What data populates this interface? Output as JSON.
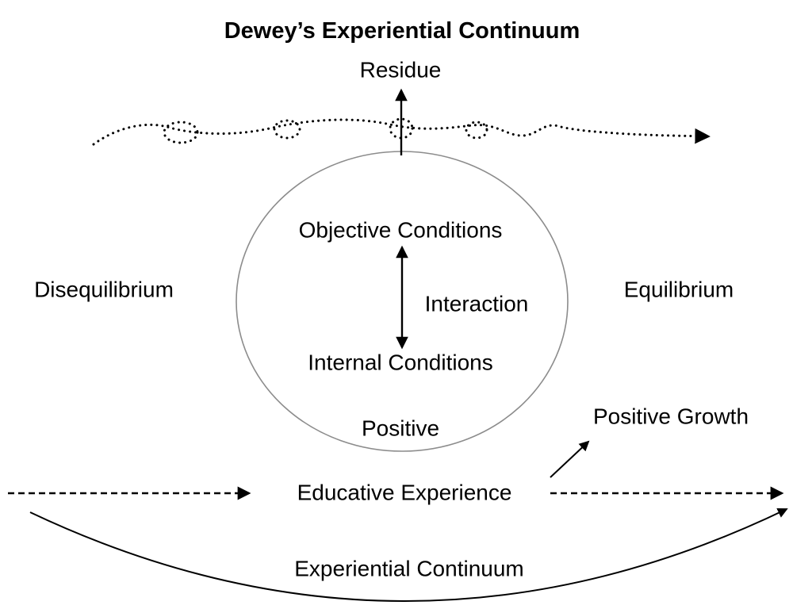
{
  "title": "Dewey’s Experiential Continuum",
  "labels": {
    "residue": "Residue",
    "disequilibrium": "Disequilibrium",
    "equilibrium": "Equilibrium",
    "objective_conditions": "Objective Conditions",
    "interaction": "Interaction",
    "internal_conditions": "Internal Conditions",
    "positive": "Positive",
    "positive_growth": "Positive Growth",
    "educative_experience": "Educative Experience",
    "experiential_continuum": "Experiential Continuum"
  },
  "icons": {
    "residue_arrow": "up-arrow-icon",
    "interaction_arrow": "double-vertical-arrow-icon",
    "growth_arrow": "diagonal-up-arrow-icon",
    "continuum_dashed_arrow": "right-arrow-icon",
    "continuum_arc_arrow": "curved-right-arrow-icon",
    "residue_path": "dotted-looping-line-icon"
  },
  "colors": {
    "ink": "#000000",
    "circle_stroke": "#8c8c8c",
    "background": "#ffffff"
  }
}
